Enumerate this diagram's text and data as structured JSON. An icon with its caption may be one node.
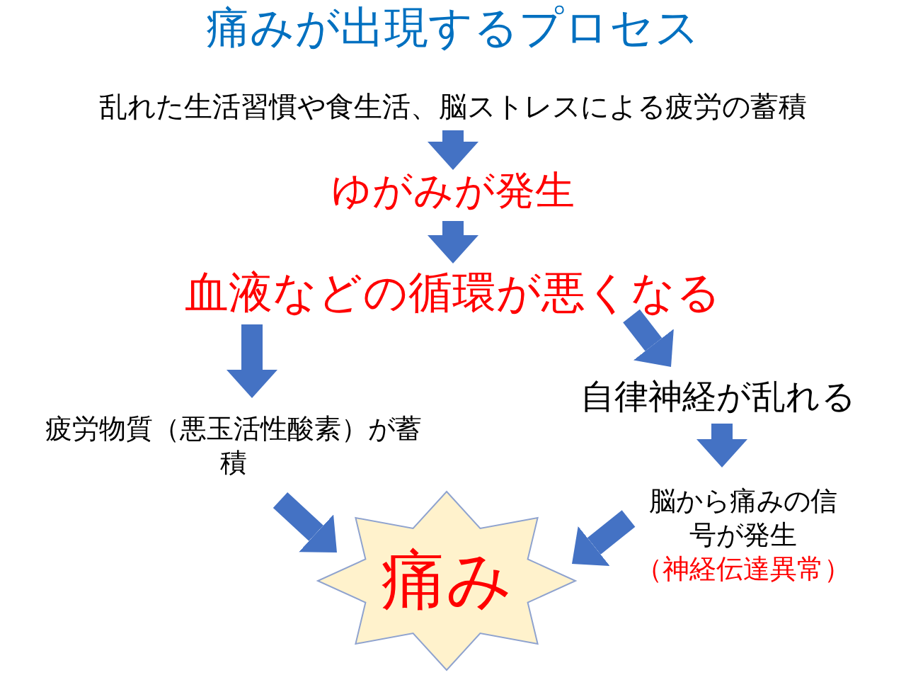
{
  "diagram": {
    "title": "痛みが出現するプロセス",
    "nodes": [
      {
        "text": [
          "乱れた生活習慣や食生活、脳ストレスによる疲労の蓄積"
        ]
      },
      {
        "text": [
          "ゆがみが発生"
        ]
      },
      {
        "text": [
          "血液などの循環が悪くなる"
        ]
      },
      {
        "text": [
          "疲労物質（悪玉活性酸素）が蓄積"
        ]
      },
      {
        "text": [
          "自律神経が乱れる"
        ]
      },
      {
        "text": [
          "脳から痛みの信号が発生",
          "（神経伝達異常）"
        ]
      },
      {
        "text": [
          "痛み"
        ]
      }
    ],
    "edges": [
      {
        "from": 0,
        "to": 1,
        "arrow": "to"
      },
      {
        "from": 1,
        "to": 2,
        "arrow": "to"
      },
      {
        "from": 2,
        "to": 3,
        "arrow": "to"
      },
      {
        "from": 2,
        "to": 4,
        "arrow": "to"
      },
      {
        "from": 4,
        "to": 5,
        "arrow": "to"
      },
      {
        "from": 3,
        "to": 6,
        "arrow": "to"
      },
      {
        "from": 5,
        "to": 6,
        "arrow": "to"
      }
    ]
  }
}
